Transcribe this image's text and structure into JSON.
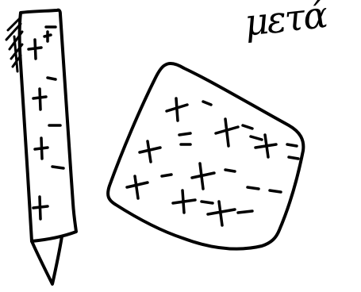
{
  "handwritten_word": "μετά",
  "colors": {
    "ink": "#000000",
    "paper": "#ffffff"
  },
  "drawing": {
    "pencil": {
      "plus_marks": 5,
      "minus_marks": 4
    },
    "paper_sheet": {
      "plus_marks": 8,
      "minus_marks": 12
    }
  }
}
